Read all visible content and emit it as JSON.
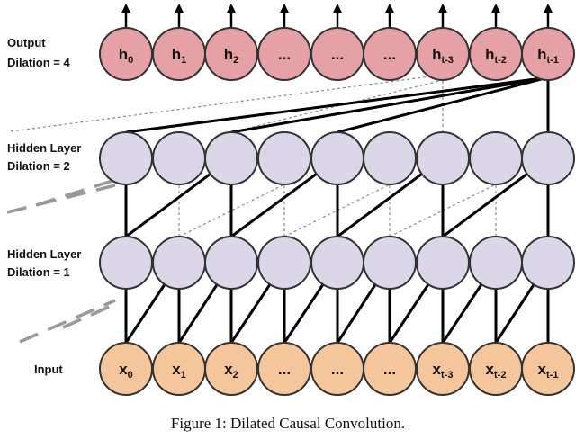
{
  "layers": {
    "output": {
      "title": "Output",
      "dilation": "Dilation = 4"
    },
    "hidden2": {
      "title": "Hidden Layer",
      "dilation": "Dilation = 2"
    },
    "hidden1": {
      "title": "Hidden Layer",
      "dilation": "Dilation = 1"
    },
    "input": {
      "title": "Input"
    }
  },
  "output_nodes": [
    {
      "base": "h",
      "sub": "0"
    },
    {
      "base": "h",
      "sub": "1"
    },
    {
      "base": "h",
      "sub": "2"
    },
    {
      "base": "...",
      "sub": ""
    },
    {
      "base": "...",
      "sub": ""
    },
    {
      "base": "...",
      "sub": ""
    },
    {
      "base": "h",
      "sub": "t-3"
    },
    {
      "base": "h",
      "sub": "t-2"
    },
    {
      "base": "h",
      "sub": "t-1"
    }
  ],
  "input_nodes": [
    {
      "base": "x",
      "sub": "0"
    },
    {
      "base": "x",
      "sub": "1"
    },
    {
      "base": "x",
      "sub": "2"
    },
    {
      "base": "...",
      "sub": ""
    },
    {
      "base": "...",
      "sub": ""
    },
    {
      "base": "...",
      "sub": ""
    },
    {
      "base": "x",
      "sub": "t-3"
    },
    {
      "base": "x",
      "sub": "t-2"
    },
    {
      "base": "x",
      "sub": "t-1"
    }
  ],
  "colors": {
    "output_fill": "#E6A1A6",
    "hidden_fill": "#DCD7E8",
    "input_fill": "#F5C59C",
    "node_stroke": "#333333"
  },
  "caption": "Figure 1: Dilated Causal Convolution."
}
